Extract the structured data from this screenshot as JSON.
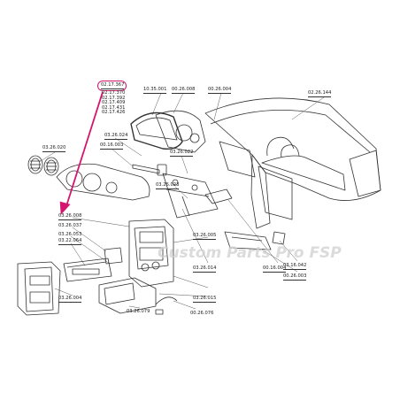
{
  "diagram": {
    "highlight_color": "#d4146e",
    "highlighted_part": "02.17.367",
    "watermark": "Custom Parts Pro FSP",
    "part_number_stack": [
      "02.17.370",
      "02.17.392",
      "02.17.409",
      "02.17.431",
      "02.17.426"
    ],
    "labels": {
      "l_10_35_001": "10.35.001",
      "l_00_26_008": "00.26.008",
      "l_00_26_004_top": "00.26.004",
      "l_02_26_144": "02.26.144",
      "l_03_26_024": "03.26.024",
      "l_00_16_003": "00.16.003",
      "l_03_26_020": "03.26.020",
      "l_03_26_022": "03.26.022",
      "l_03_26_023": "03.26.023",
      "l_03_26_008": "03.26.008",
      "l_03_26_037": "03.26.037",
      "l_03_26_053": "03.26.053",
      "l_03_22_064": "03.22.064",
      "l_03_26_005": "03.26.005",
      "l_00_16_004": "00.16.004",
      "l_03_16_042": "03.16.042",
      "l_00_26_003": "00.26.003",
      "l_03_26_014": "03.26.014",
      "l_03_26_004_left": "03.26.004",
      "l_03_26_015": "03.26.015",
      "l_03_26_079": "03.26.079",
      "l_00_26_076": "00.26.076"
    }
  }
}
